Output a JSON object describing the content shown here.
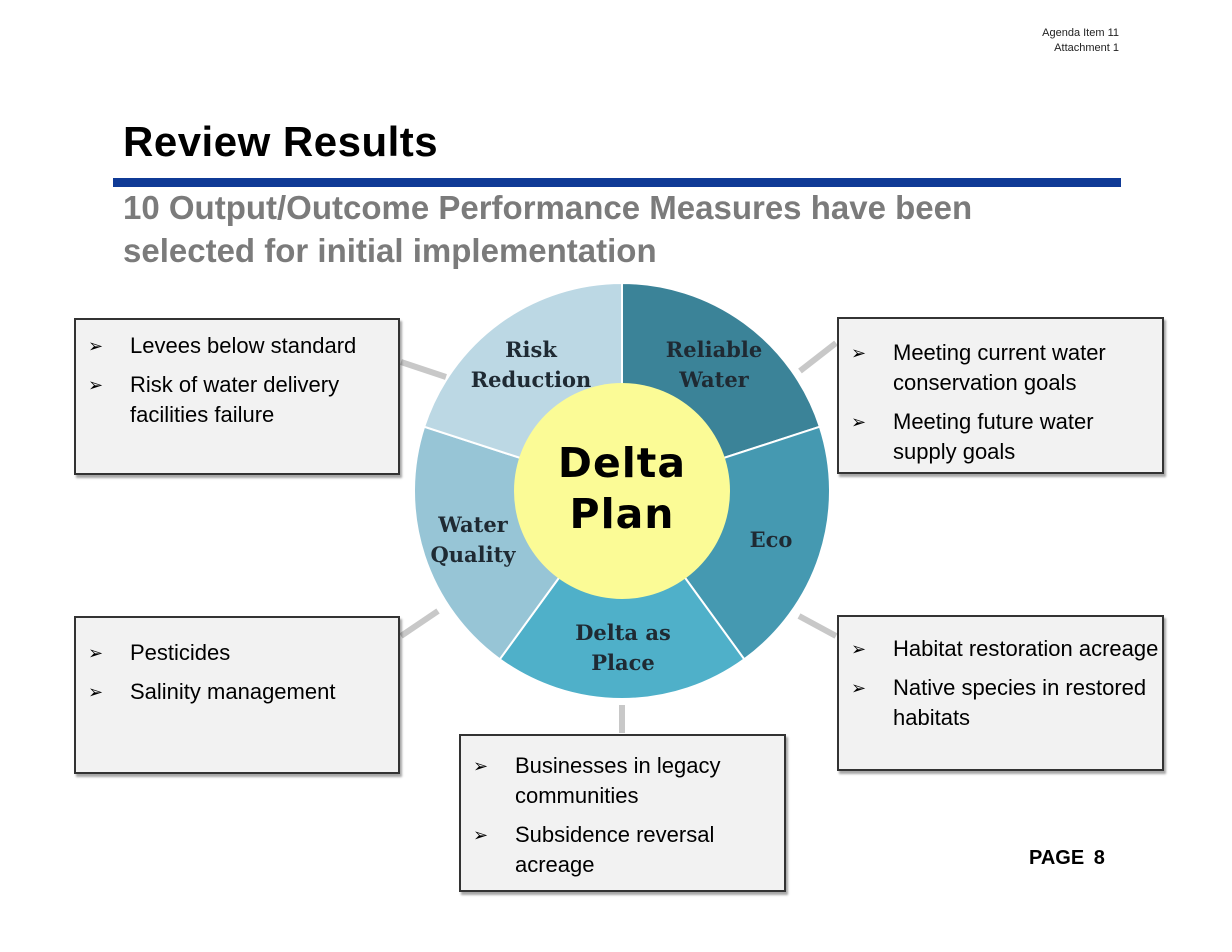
{
  "header": {
    "agenda_line1": "Agenda Item 11",
    "agenda_line2": "Attachment 1"
  },
  "title": "Review Results",
  "subtitle": "10 Output/Outcome Performance Measures have been selected for initial implementation",
  "diagram": {
    "center": {
      "line1": "Delta",
      "line2": "Plan",
      "color": "#fbfb96"
    },
    "segments": [
      {
        "id": "reliable",
        "line1": "Reliable",
        "line2": "Water",
        "color": "#3b8398",
        "text_color": "#1f2a33"
      },
      {
        "id": "eco",
        "line1": "Eco",
        "line2": "",
        "color": "#4599b1",
        "text_color": "#1f2a33"
      },
      {
        "id": "place",
        "line1": "Delta as",
        "line2": "Place",
        "color": "#4fb0c9",
        "text_color": "#1f2a33"
      },
      {
        "id": "wq",
        "line1": "Water",
        "line2": "Quality",
        "color": "#97c5d6",
        "text_color": "#1f2a33"
      },
      {
        "id": "risk",
        "line1": "Risk",
        "line2": "Reduction",
        "color": "#bcd8e4",
        "text_color": "#1f2a33"
      }
    ]
  },
  "boxes": {
    "risk": [
      "Levees below standard",
      "Risk of water delivery facilities failure"
    ],
    "reliable": [
      "Meeting current water conservation goals",
      "Meeting future water supply goals"
    ],
    "wq": [
      "Pesticides",
      "Salinity management"
    ],
    "eco": [
      "Habitat restoration acreage",
      "Native species in restored habitats"
    ],
    "place": [
      "Businesses in legacy communities",
      "Subsidence reversal acreage"
    ]
  },
  "bullet_glyph": "➢",
  "footer": {
    "page_label": "PAGE 8"
  },
  "colors": {
    "title_rule": "#0f3a96",
    "subtitle": "#7b7b7b",
    "connector": "#c8c8c8",
    "box_fill": "#f2f2f2"
  }
}
